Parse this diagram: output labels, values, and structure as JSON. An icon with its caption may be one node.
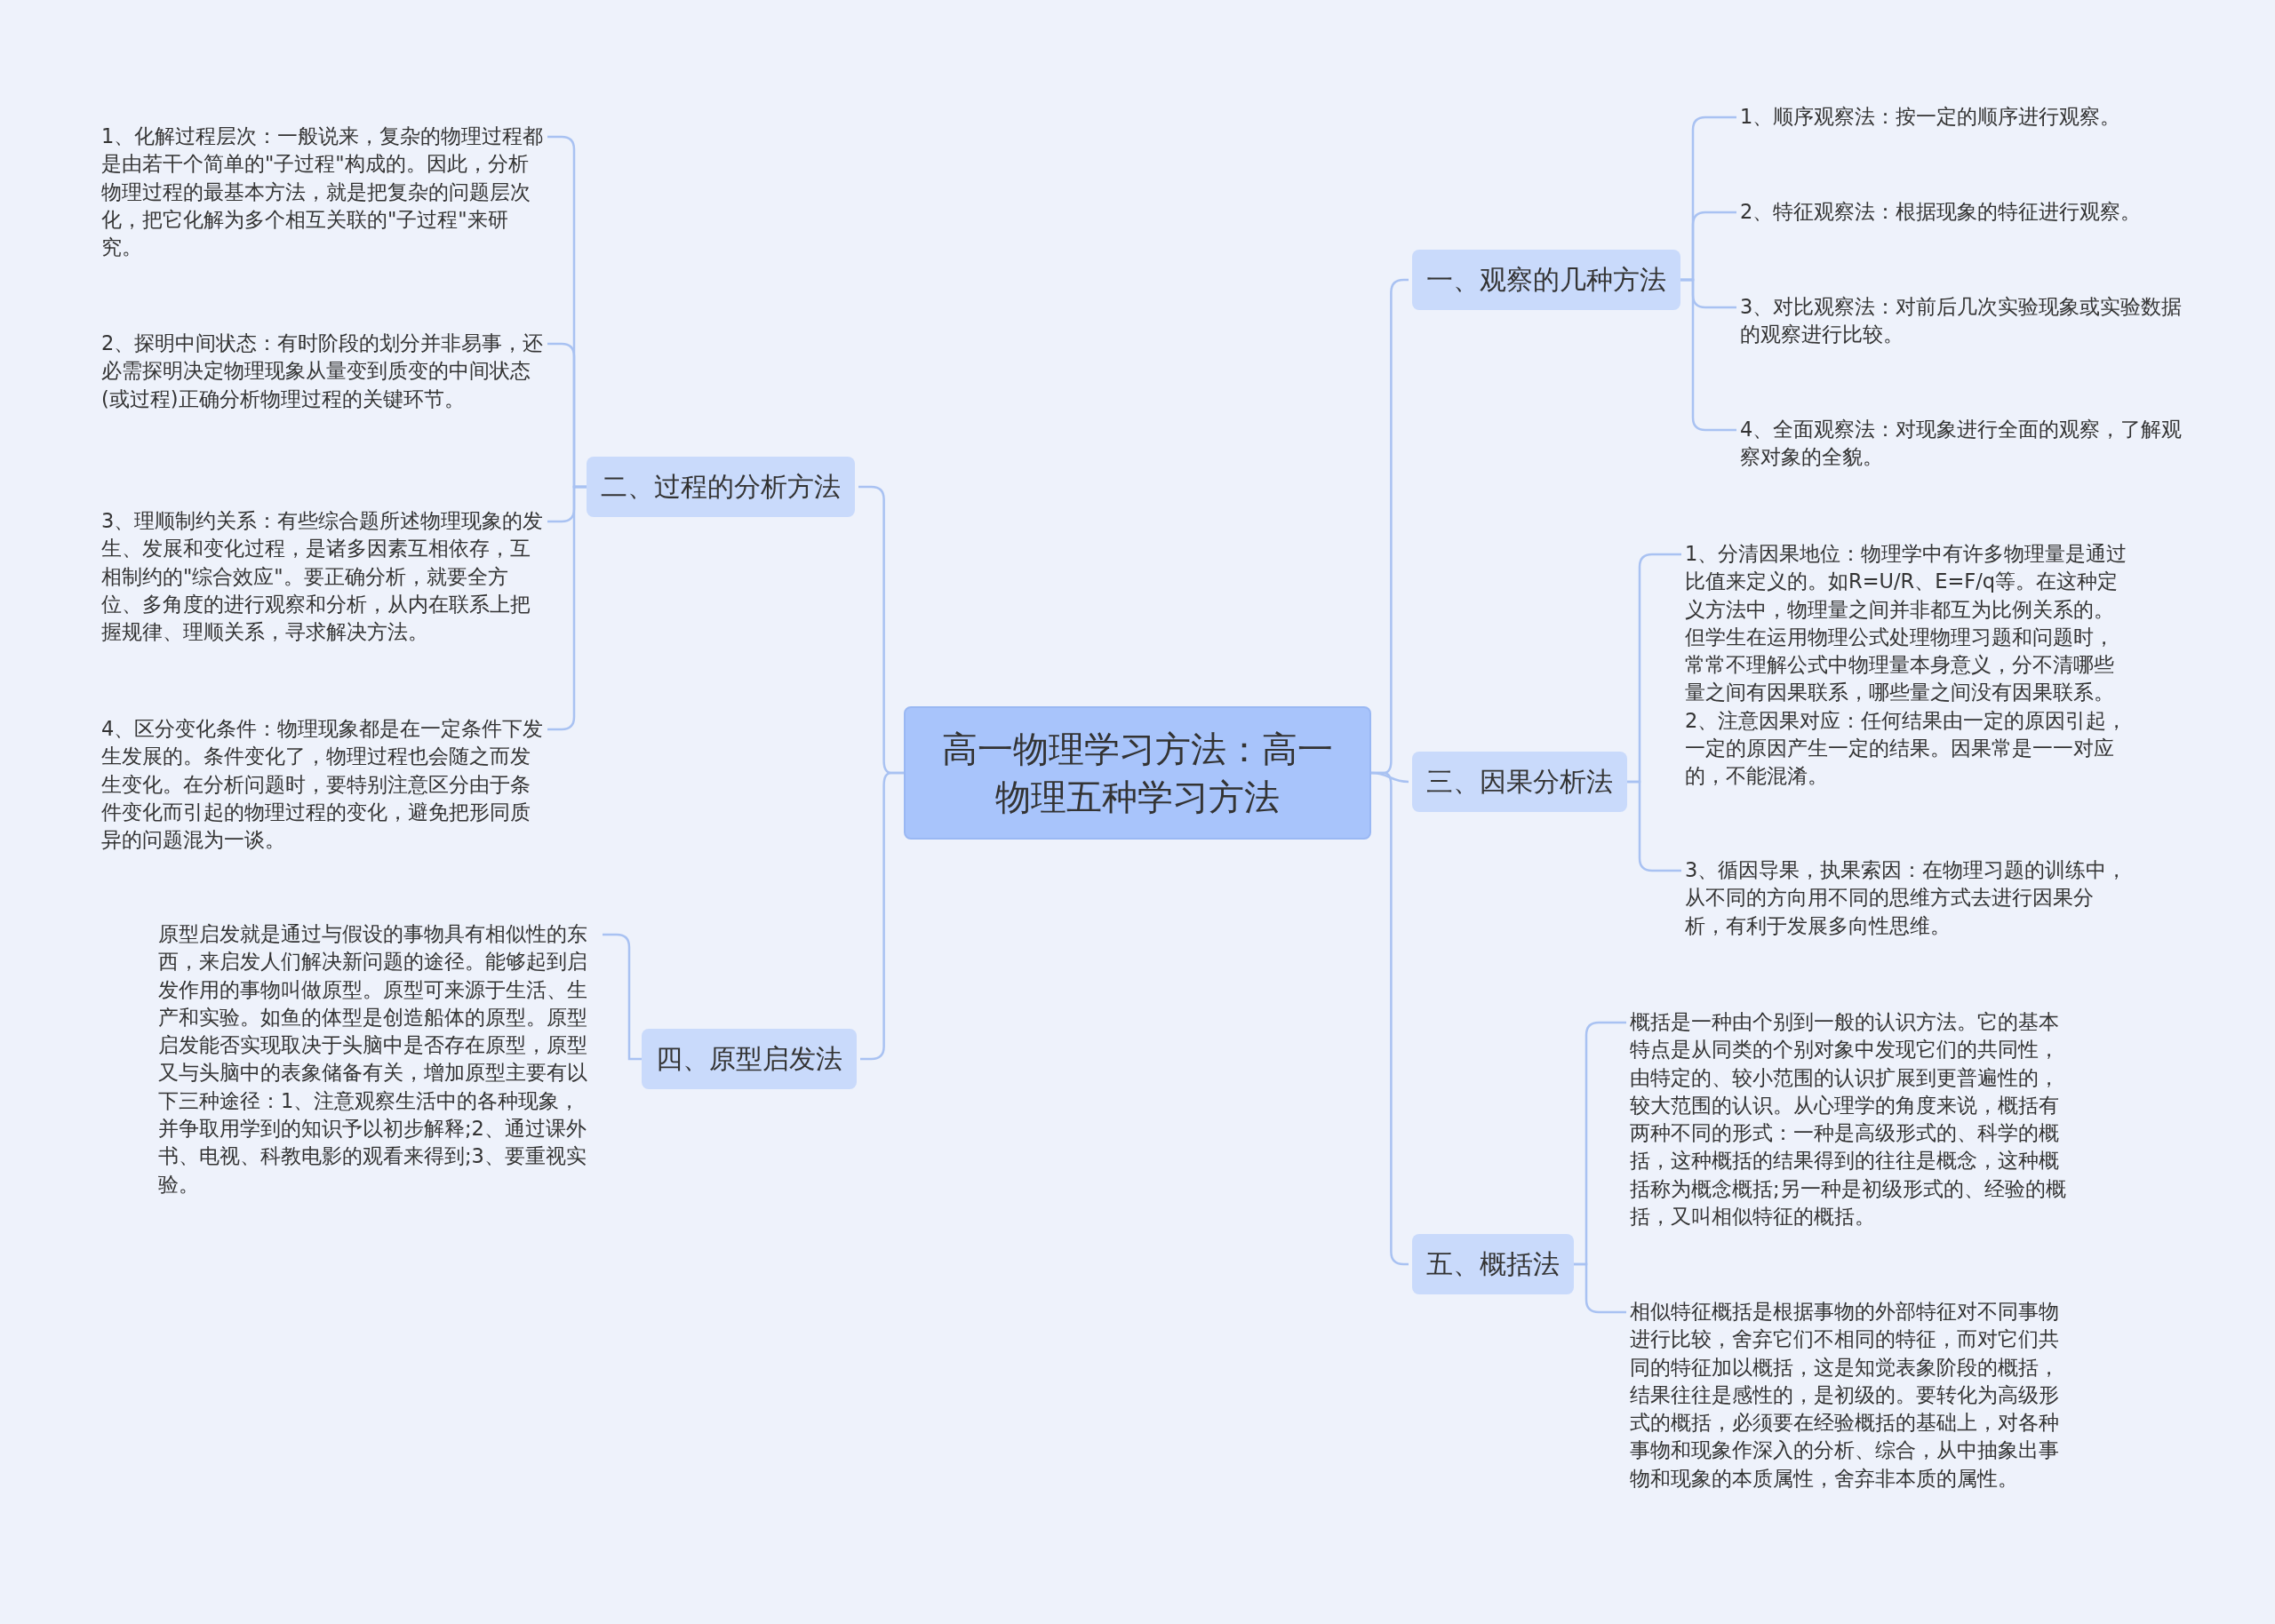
{
  "diagram": {
    "nodes": [
      {
        "text": [
          "高一物理学习方法：高一物理五种学习方法"
        ]
      },
      {
        "text": [
          "一、观察的几种方法"
        ]
      },
      {
        "text": [
          "1、顺序观察法：按一定的顺序进行观察。"
        ]
      },
      {
        "text": [
          "2、特征观察法：根据现象的特征进行观察。"
        ]
      },
      {
        "text": [
          "3、对比观察法：对前后几次实验现象或实验数据的观察进行比较。"
        ]
      },
      {
        "text": [
          "4、全面观察法：对现象进行全面的观察，了解观察对象的全貌。"
        ]
      },
      {
        "text": [
          "二、过程的分析方法"
        ]
      },
      {
        "text": [
          "1、化解过程层次：一般说来，复杂的物理过程都是由若干个简单的\"子过程\"构成的。因此，分析物理过程的最基本方法，就是把复杂的问题层次化，把它化解为多个相互关联的\"子过程\"来研究。"
        ]
      },
      {
        "text": [
          "2、探明中间状态：有时阶段的划分并非易事，还必需探明决定物理现象从量变到质变的中间状态(或过程)正确分析物理过程的关键环节。"
        ]
      },
      {
        "text": [
          "3、理顺制约关系：有些综合题所述物理现象的发生、发展和变化过程，是诸多因素互相依存，互相制约的\"综合效应\"。要正确分析，就要全方位、多角度的进行观察和分析，从内在联系上把握规律、理顺关系，寻求解决方法。"
        ]
      },
      {
        "text": [
          "4、区分变化条件：物理现象都是在一定条件下发生发展的。条件变化了，物理过程也会随之而发生变化。在分析问题时，要特别注意区分由于条件变化而引起的物理过程的变化，避免把形同质异的问题混为一谈。"
        ]
      },
      {
        "text": [
          "三、因果分析法"
        ]
      },
      {
        "text": [
          "1、分清因果地位：物理学中有许多物理量是通过比值来定义的。如R=U/R、E=F/q等。在这种定义方法中，物理量之间并非都互为比例关系的。但学生在运用物理公式处理物理习题和问题时，常常不理解公式中物理量本身意义，分不清哪些量之间有因果联系，哪些量之间没有因果联系。2、注意因果对应：任何结果由一定的原因引起，一定的原因产生一定的结果。因果常是一一对应的，不能混淆。"
        ]
      },
      {
        "text": [
          "3、循因导果，执果索因：在物理习题的训练中，从不同的方向用不同的思维方式去进行因果分析，有利于发展多向性思维。"
        ]
      },
      {
        "text": [
          "四、原型启发法"
        ]
      },
      {
        "text": [
          "原型启发就是通过与假设的事物具有相似性的东西，来启发人们解决新问题的途径。能够起到启发作用的事物叫做原型。原型可来源于生活、生产和实验。如鱼的体型是创造船体的原型。原型启发能否实现取决于头脑中是否存在原型，原型又与头脑中的表象储备有关，增加原型主要有以下三种途径：1、注意观察生活中的各种现象，并争取用学到的知识予以初步解释;2、通过课外书、电视、科教电影的观看来得到;3、要重视实验。"
        ]
      },
      {
        "text": [
          "五、概括法"
        ]
      },
      {
        "text": [
          "概括是一种由个别到一般的认识方法。它的基本特点是从同类的个别对象中发现它们的共同性，由特定的、较小范围的认识扩展到更普遍性的，较大范围的认识。从心理学的角度来说，概括有两种不同的形式：一种是高级形式的、科学的概括，这种概括的结果得到的往往是概念，这种概括称为概念概括;另一种是初级形式的、经验的概括，又叫相似特征的概括。"
        ]
      },
      {
        "text": [
          "相似特征概括是根据事物的外部特征对不同事物进行比较，舍弃它们不相同的特征，而对它们共同的特征加以概括，这是知觉表象阶段的概括，结果往往是感性的，是初级的。要转化为高级形式的概括，必须要在经验概括的基础上，对各种事物和现象作深入的分析、综合，从中抽象出事物和现象的本质属性，舍弃非本质的属性。"
        ]
      }
    ],
    "edges": [
      {
        "from": 0,
        "to": 1,
        "arrow": "none"
      },
      {
        "from": 1,
        "to": 2,
        "arrow": "none"
      },
      {
        "from": 1,
        "to": 3,
        "arrow": "none"
      },
      {
        "from": 1,
        "to": 4,
        "arrow": "none"
      },
      {
        "from": 1,
        "to": 5,
        "arrow": "none"
      },
      {
        "from": 0,
        "to": 6,
        "arrow": "none"
      },
      {
        "from": 6,
        "to": 7,
        "arrow": "none"
      },
      {
        "from": 6,
        "to": 8,
        "arrow": "none"
      },
      {
        "from": 6,
        "to": 9,
        "arrow": "none"
      },
      {
        "from": 6,
        "to": 10,
        "arrow": "none"
      },
      {
        "from": 0,
        "to": 11,
        "arrow": "none"
      },
      {
        "from": 11,
        "to": 12,
        "arrow": "none"
      },
      {
        "from": 11,
        "to": 13,
        "arrow": "none"
      },
      {
        "from": 0,
        "to": 14,
        "arrow": "none"
      },
      {
        "from": 14,
        "to": 15,
        "arrow": "none"
      },
      {
        "from": 0,
        "to": 16,
        "arrow": "none"
      },
      {
        "from": 16,
        "to": 17,
        "arrow": "none"
      },
      {
        "from": 16,
        "to": 18,
        "arrow": "none"
      }
    ]
  }
}
